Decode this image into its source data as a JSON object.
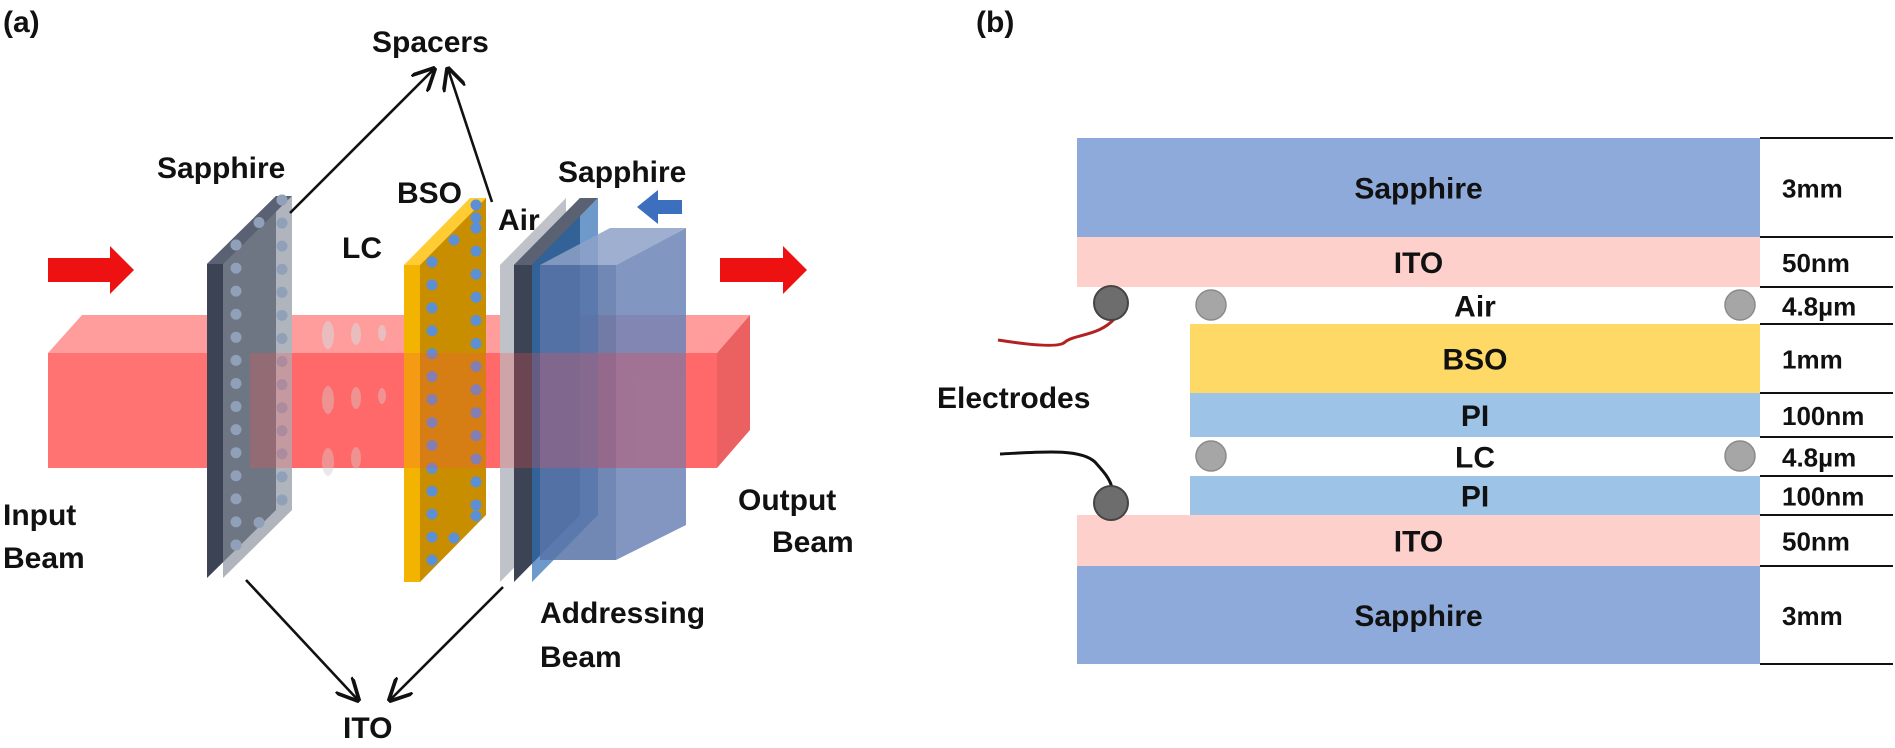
{
  "panel_a": {
    "label": "(a)",
    "labels": {
      "spacers": "Spacers",
      "sapphire_left": "Sapphire",
      "sapphire_right": "Sapphire",
      "lc": "LC",
      "bso": "BSO",
      "air": "Air",
      "ito": "ITO",
      "input_beam_1": "Input",
      "input_beam_2": "Beam",
      "output_beam_1": "Output",
      "output_beam_2": "Beam",
      "addressing_beam_1": "Addressing",
      "addressing_beam_2": "Beam"
    },
    "colors": {
      "beam": "#ff5a5a",
      "arrow_red": "#ee1111",
      "arrow_blue": "#3d6fbf",
      "sapphire_plate": "#3b4354",
      "bso": "#f2b400",
      "bso_dark": "#c98e00",
      "spacer_dot": "#5b8fd6",
      "addressing_block": "#5a74a8"
    }
  },
  "panel_b": {
    "label": "(b)",
    "electrodes_label": "Electrodes",
    "layers": [
      {
        "name": "Sapphire",
        "thickness": "3mm",
        "color": "#8eaadb"
      },
      {
        "name": "ITO",
        "thickness": "50nm",
        "color": "#fdd0cc"
      },
      {
        "name": "Air",
        "thickness": "4.8µm",
        "color": "#ffffff"
      },
      {
        "name": "BSO",
        "thickness": "1mm",
        "color": "#ffd966"
      },
      {
        "name": "PI",
        "thickness": "100nm",
        "color": "#9dc3e6"
      },
      {
        "name": "LC",
        "thickness": "4.8µm",
        "color": "#ffffff"
      },
      {
        "name": "PI",
        "thickness": "100nm",
        "color": "#9dc3e6"
      },
      {
        "name": "ITO",
        "thickness": "50nm",
        "color": "#fdd0cc"
      },
      {
        "name": "Sapphire",
        "thickness": "3mm",
        "color": "#8eaadb"
      }
    ]
  }
}
